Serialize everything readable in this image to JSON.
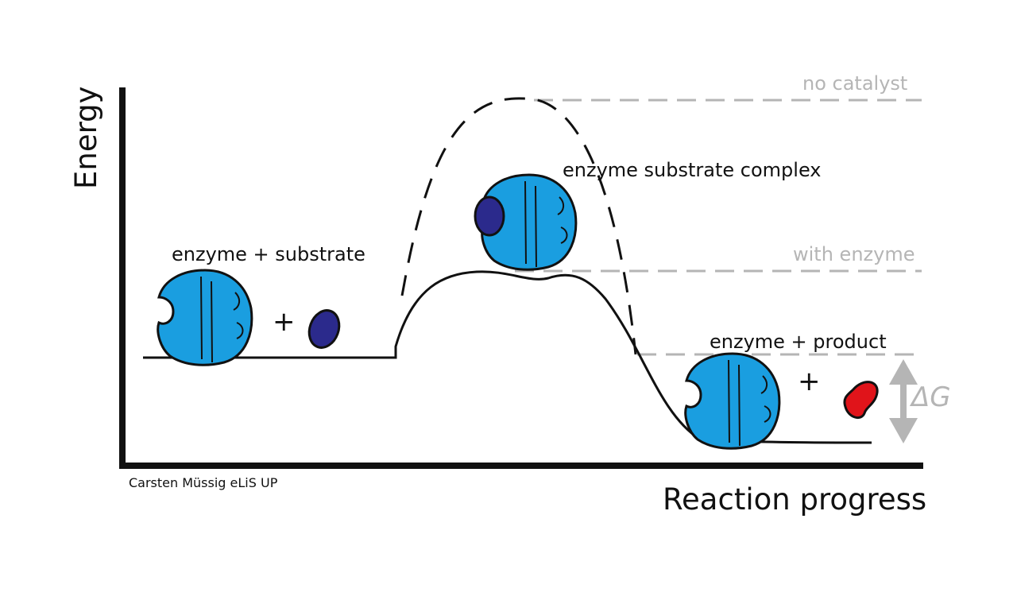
{
  "axes": {
    "y_label": "Energy",
    "x_label": "Reaction progress"
  },
  "credit": "Carsten Müssig eLiS UP",
  "levels": {
    "no_catalyst": "no catalyst",
    "with_enzyme": "with enzyme"
  },
  "states": {
    "reactants": "enzyme + substrate",
    "complex": "enzyme substrate complex",
    "products": "enzyme + product"
  },
  "symbols": {
    "plus": "+",
    "delta_g": "ΔG"
  },
  "colors": {
    "enzyme": "#1a9ee0",
    "substrate": "#2b2a8c",
    "product": "#e0141a",
    "guide": "#b5b5b5",
    "ink": "#111111"
  }
}
